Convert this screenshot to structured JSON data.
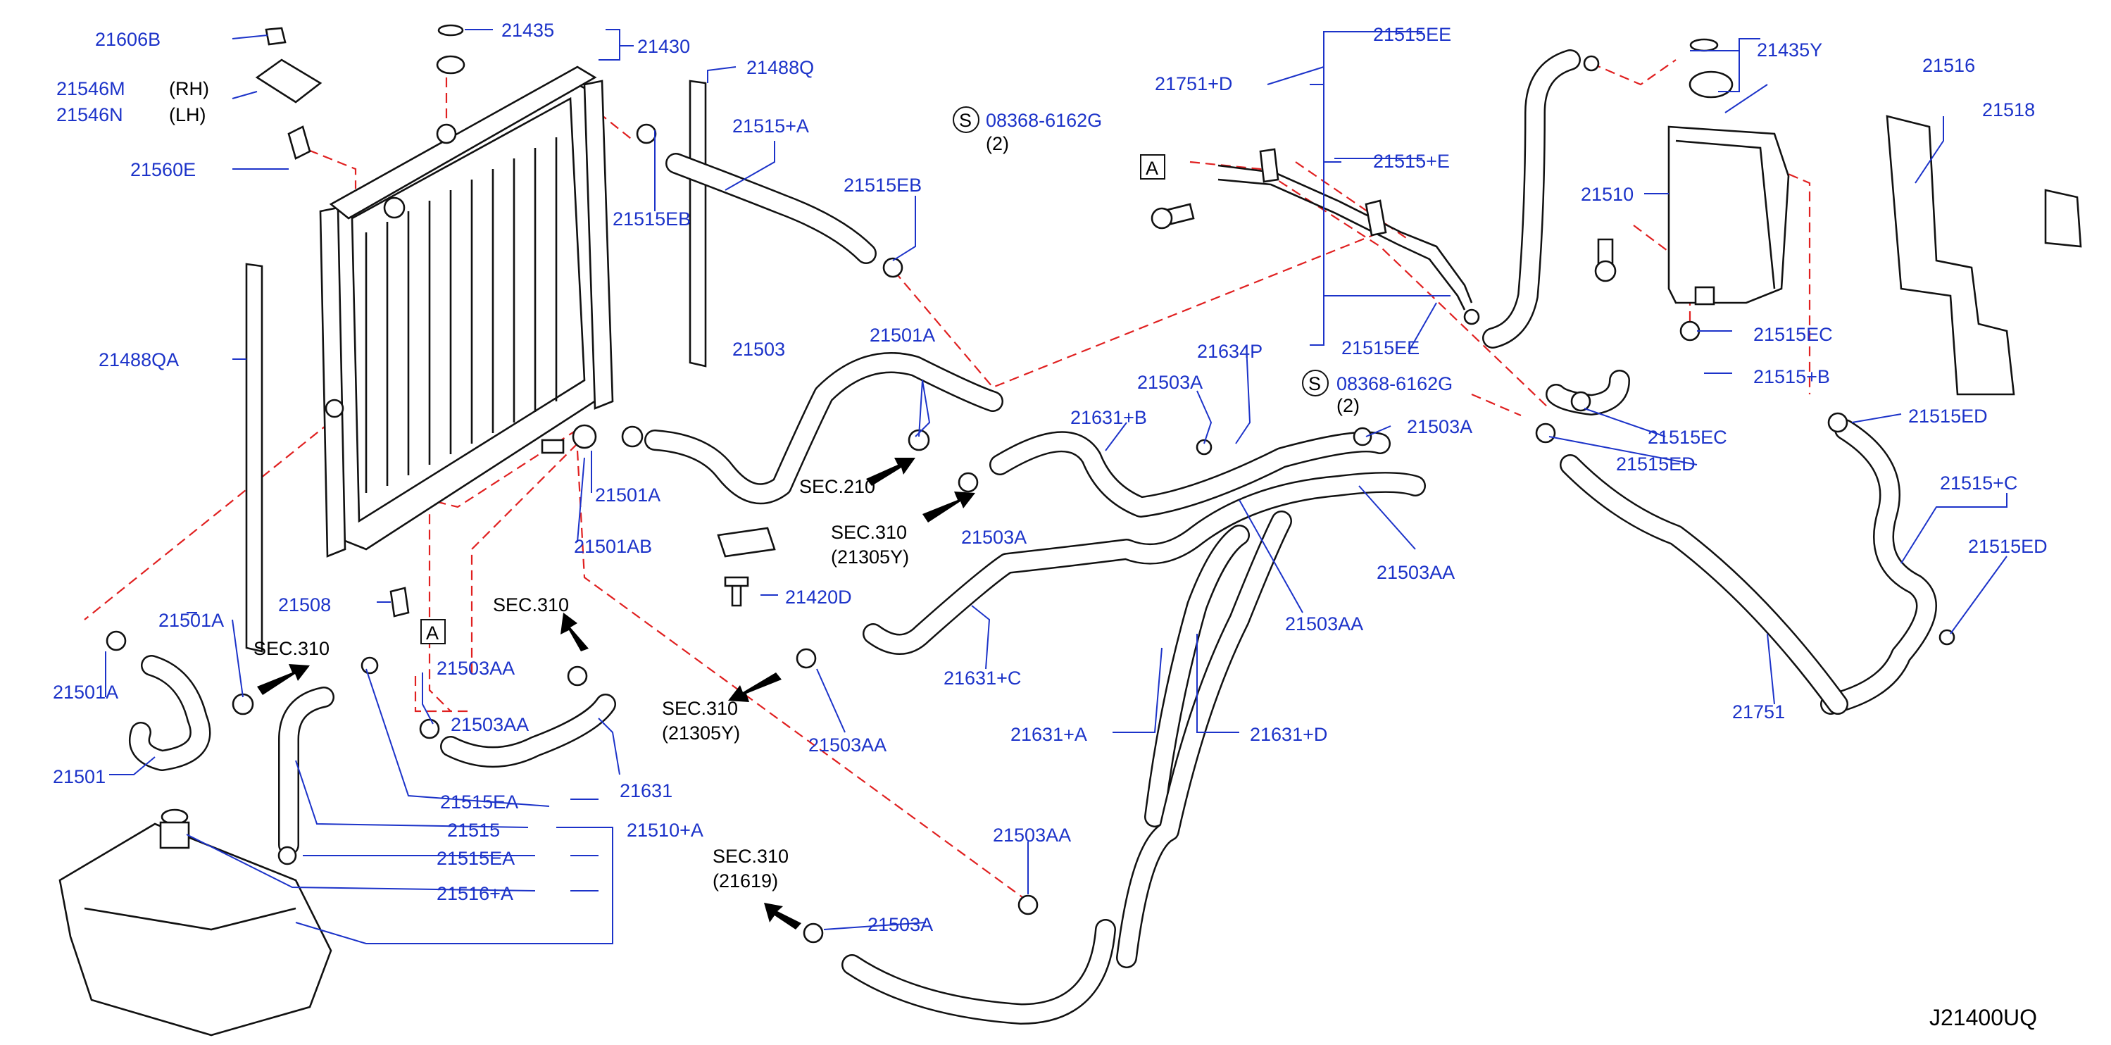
{
  "diagram": {
    "ref_code": "J21400UQ",
    "colors": {
      "label": "#1c33c9",
      "dashed_link": "#e02020",
      "part_outline": "#111111"
    },
    "labels": {
      "p21606B": "21606B",
      "p21546M": "21546M",
      "rh": "(RH)",
      "p21546N": "21546N",
      "lh": "(LH)",
      "p21560E": "21560E",
      "p21435": "21435",
      "p21430": "21430",
      "p21488Q": "21488Q",
      "p21515pA": "21515+A",
      "p21515EB_l": "21515EB",
      "p21515EB_r": "21515EB",
      "p21488QA": "21488QA",
      "p21501A_mid": "21501A",
      "p21503": "21503",
      "p21501A_low": "21501A",
      "p21501AB": "21501AB",
      "p21508": "21508",
      "p21501A_left": "21501A",
      "p21501A_left2": "21501A",
      "p21501": "21501",
      "p21503AA_1": "21503AA",
      "p21503AA_2": "21503AA",
      "p21631": "21631",
      "p21515EA_1": "21515EA",
      "p21515": "21515",
      "p21510pA": "21510+A",
      "p21515EA_2": "21515EA",
      "p21516pA": "21516+A",
      "p21420D": "21420D",
      "p08368_top": "08368-6162G",
      "qty_top": "(2)",
      "p21751pD": "21751+D",
      "p21515EE_top": "21515EE",
      "p21515pE": "21515+E",
      "p21515EE_bot": "21515EE",
      "p08368_bot": "08368-6162G",
      "qty_bot": "(2)",
      "p21634P": "21634P",
      "p21503A_a": "21503A",
      "p21631pB": "21631+B",
      "p21503A_b": "21503A",
      "p21503A_c": "21503A",
      "p21503AA_3": "21503AA",
      "p21503AA_4": "21503AA",
      "p21631pC": "21631+C",
      "p21503AA_5": "21503AA",
      "p21631pA": "21631+A",
      "p21631pD": "21631+D",
      "p21503AA_6": "21503AA",
      "p21503A_d": "21503A",
      "p21435Y": "21435Y",
      "p21516": "21516",
      "p21518": "21518",
      "p21510": "21510",
      "p21515EC_1": "21515EC",
      "p21515pB": "21515+B",
      "p21515EC_2": "21515EC",
      "p21515ED_1": "21515ED",
      "p21515ED_2": "21515ED",
      "p21515pC": "21515+C",
      "p21515ED_3": "21515ED",
      "p21751": "21751",
      "s_mark": "S",
      "a_mark": "A"
    },
    "sections": {
      "sec210": "SEC.210",
      "sec310_a": "SEC.310",
      "sec310_a_sub": "(21305Y)",
      "sec310_b": "SEC.310",
      "sec310_c": "SEC.310",
      "sec310_d": "SEC.310",
      "sec310_d_sub": "(21305Y)",
      "sec310_e": "SEC.310",
      "sec310_e_sub": "(21619)"
    }
  }
}
